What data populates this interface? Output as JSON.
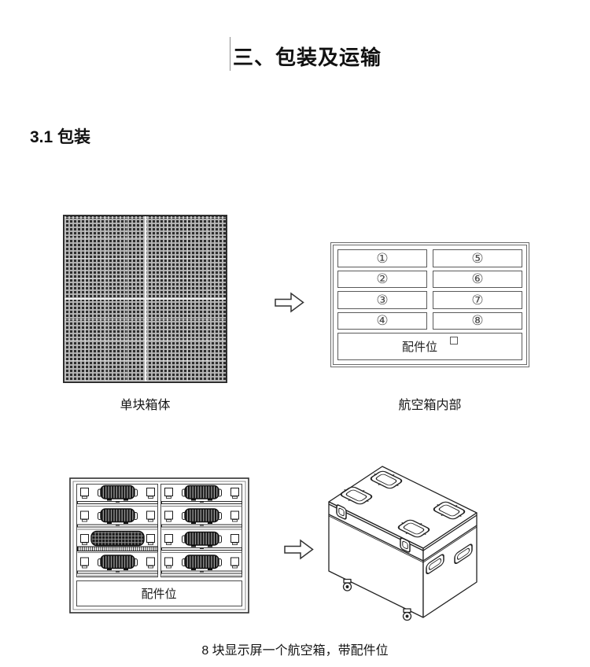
{
  "page": {
    "title": "三、包装及运输",
    "section_heading": "3.1 包装",
    "caption": "8 块显示屏一个航空箱，带配件位"
  },
  "figures": {
    "single_cabinet": {
      "label": "单块箱体"
    },
    "case_interior": {
      "label": "航空箱内部",
      "slots": [
        "①",
        "②",
        "③",
        "④",
        "⑤",
        "⑥",
        "⑦",
        "⑧"
      ],
      "accessory_label": "配件位"
    },
    "case_front": {
      "accessory_label": "配件位"
    }
  },
  "icons": {
    "arrow_right": "hollow-block-arrow-right",
    "accessory_marker": "small-square-outline"
  },
  "colors": {
    "ink": "#1a1a1a",
    "line": "#404040"
  }
}
